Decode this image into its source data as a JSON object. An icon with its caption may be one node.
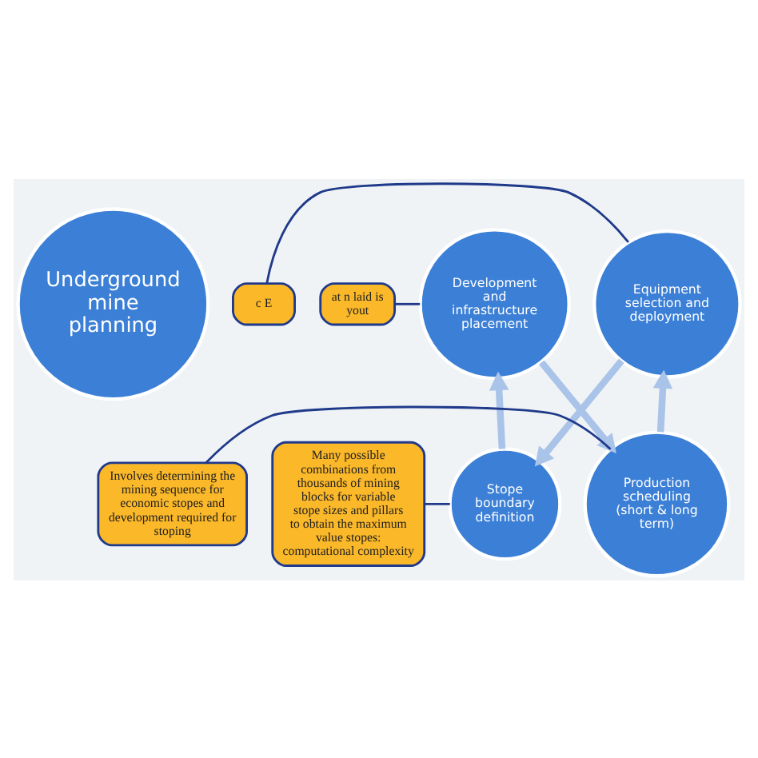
{
  "diagram": {
    "nodes": [
      {
        "text": [
          "Underground mine planning"
        ]
      },
      {
        "text": [
          "Production scheduling (short & long term)"
        ]
      },
      {
        "text": [
          "Equipment selection and deployment"
        ]
      },
      {
        "text": [
          "Stope boundary definition"
        ]
      },
      {
        "text": [
          "Development and infrastructure placement"
        ]
      },
      {
        "text": [
          "Involves determining the mining sequence for economic stopes and development required for stoping"
        ]
      },
      {
        "text": [
          "c E"
        ]
      },
      {
        "text": [
          "Many possible combinations from thousands of mining blocks for variable stope sizes and pillars to obtain the maximum value stopes: computational complexity"
        ]
      },
      {
        "text": [
          "at n laid is yout"
        ]
      }
    ],
    "edges": [
      {
        "from": 1,
        "to": 2,
        "arrow": "to",
        "style": "thick"
      },
      {
        "from": 2,
        "to": 3,
        "arrow": "to",
        "style": "thick"
      },
      {
        "from": 3,
        "to": 4,
        "arrow": "to",
        "style": "thick"
      },
      {
        "from": 4,
        "to": 1,
        "arrow": "to",
        "style": "thick"
      },
      {
        "from": 5,
        "to": 1,
        "arrow": "none",
        "color": "#1f3a8a"
      },
      {
        "from": 6,
        "to": 2,
        "arrow": "none",
        "color": "#1f3a8a"
      },
      {
        "from": 7,
        "to": 3,
        "arrow": "none",
        "color": "#1f3a8a"
      },
      {
        "from": 8,
        "to": 4,
        "arrow": "none",
        "color": "#1f3a8a"
      }
    ]
  }
}
